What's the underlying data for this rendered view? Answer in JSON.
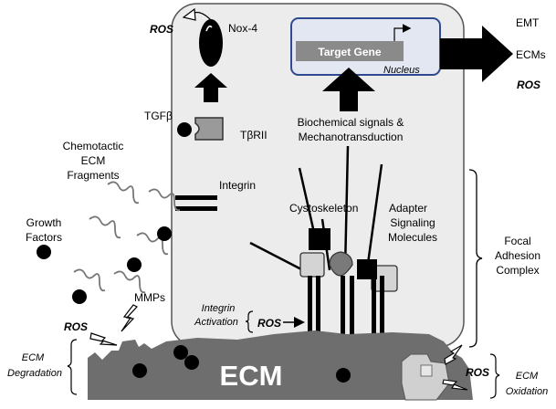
{
  "cell": {
    "nox4": "Nox-4",
    "ros_top": "ROS",
    "target_gene": "Target Gene",
    "nucleus": "Nucleus",
    "signals_line1": "Biochemical signals &",
    "signals_line2": "Mechanotransduction",
    "tgfb": "TGFβ",
    "tbrii": "TβRII",
    "integrin": "Integrin",
    "cytoskeleton": "Cystoskeleton",
    "adapter_line1": "Adapter",
    "adapter_line2": "Signaling",
    "adapter_line3": "Molecules"
  },
  "outputs": {
    "emt": "EMT",
    "ecms": "ECMs",
    "ros": "ROS"
  },
  "left": {
    "chemotactic_line1": "Chemotactic",
    "chemotactic_line2": "ECM",
    "chemotactic_line3": "Fragments",
    "growth_line1": "Growth",
    "growth_line2": "Factors",
    "mmps": "MMPs",
    "ros": "ROS",
    "integrin_act_line1": "Integrin",
    "integrin_act_line2": "Activation",
    "ros_activation": "ROS"
  },
  "bottom": {
    "ecm": "ECM",
    "ecm_degradation_line1": "ECM",
    "ecm_degradation_line2": "Degradation",
    "ros_right": "ROS",
    "ecm_oxidation_line1": "ECM",
    "ecm_oxidation_line2": "Oxidation"
  },
  "focal": {
    "line1": "Focal",
    "line2": "Adhesion",
    "line3": "Complex"
  },
  "colors": {
    "cell_fill": "#ececec",
    "nucleus_fill": "#e3e7f1",
    "nucleus_stroke": "#2f4a8f",
    "ecm_fill": "#6e6e6e",
    "gene_fill": "#8a8a8a"
  }
}
